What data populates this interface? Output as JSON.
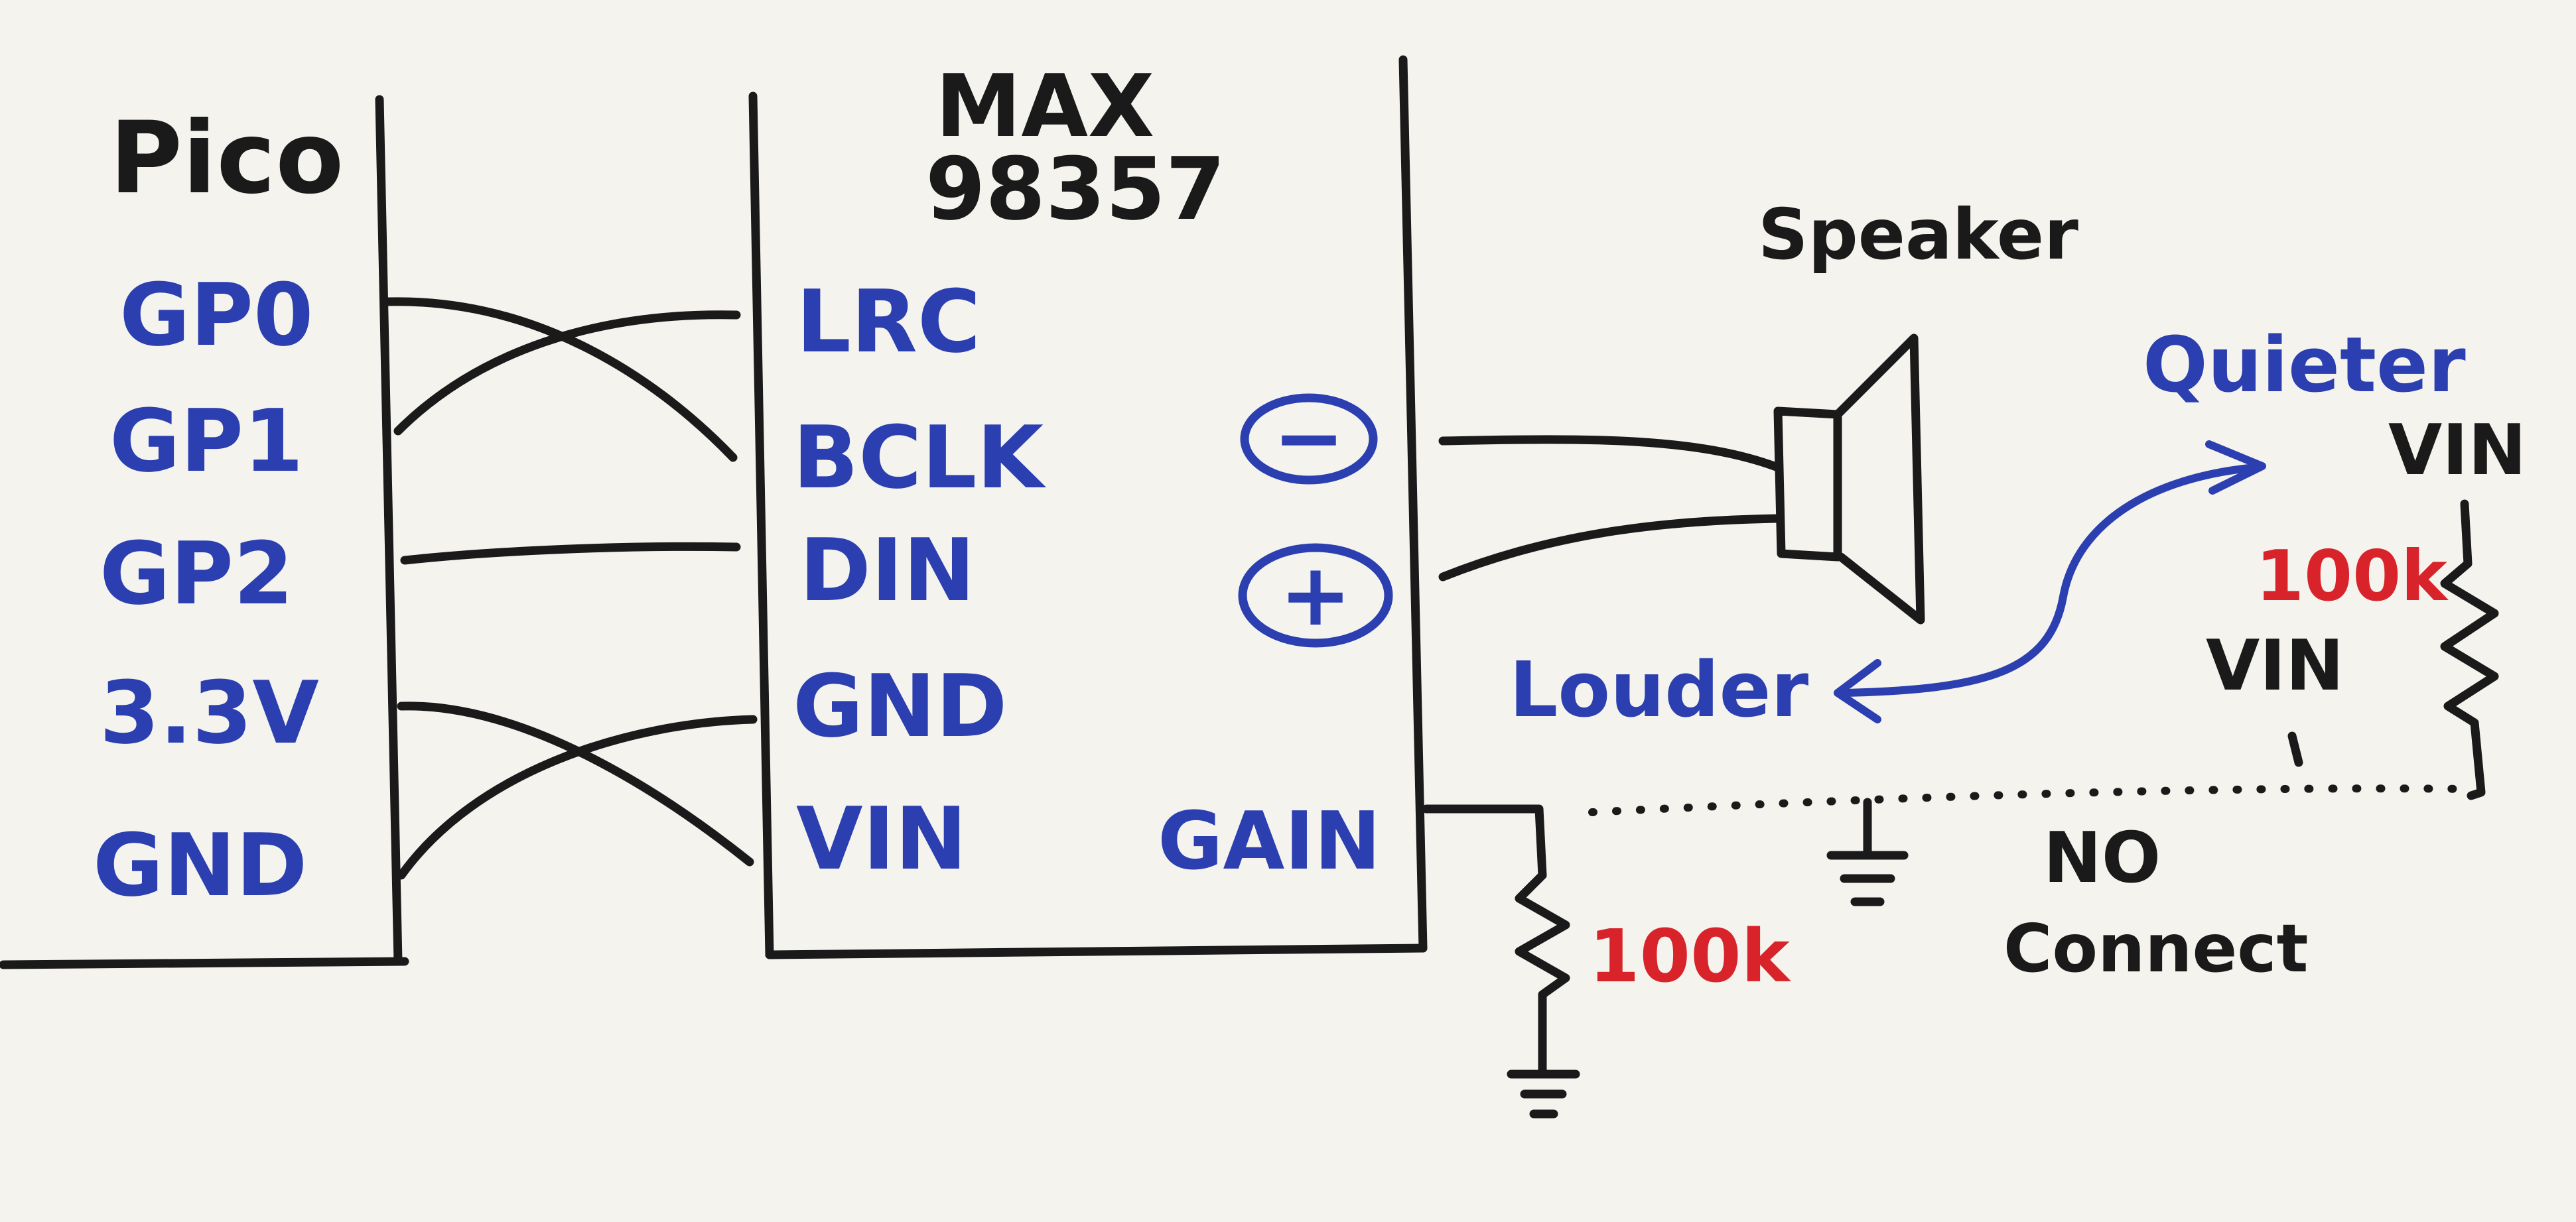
{
  "pico": {
    "title": "Pico",
    "pins": [
      "GP0",
      "GP1",
      "GP2",
      "3.3V",
      "GND"
    ]
  },
  "max": {
    "title_line1": "MAX",
    "title_line2": "98357",
    "pins": [
      "LRC",
      "BCLK",
      "DIN",
      "GND",
      "VIN"
    ],
    "minus": "−",
    "plus": "+",
    "gain": "GAIN"
  },
  "speaker": {
    "label": "Speaker"
  },
  "gain_options": {
    "quieter": "Quieter",
    "louder": "Louder",
    "vin_top": "VIN",
    "vin_mid": "VIN",
    "resistor_top": "100k",
    "resistor_bottom": "100k",
    "no_connect_line1": "NO",
    "no_connect_line2": "Connect"
  },
  "colors": {
    "ink": "#1a1a1a",
    "blue": "#2b3fb0",
    "red": "#d8232a",
    "paper": "#f5f3ee"
  }
}
